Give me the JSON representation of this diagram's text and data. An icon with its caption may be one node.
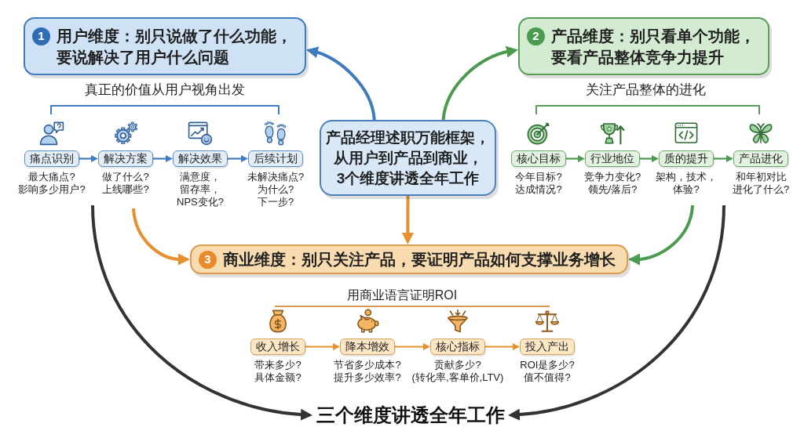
{
  "diagram": {
    "nodes": [
      {
        "text": [
          "1",
          "用户维度：别只说做了什么功能，要说解决了用户什么问题"
        ]
      },
      {
        "text": [
          "2",
          "产品维度：别只看单个功能，要看产品整体竞争力提升"
        ]
      },
      {
        "text": [
          "产品经理述职万能框架，从用户到产品到商业，3个维度讲透全年工作"
        ]
      },
      {
        "text": [
          "痛点识别"
        ],
        "beside": [
          "最大痛点?影响多少用户?"
        ]
      },
      {
        "text": [
          "解决方案"
        ],
        "beside": [
          "做了什么?上线哪些?"
        ]
      },
      {
        "text": [
          "解决效果"
        ],
        "beside": [
          "满意度，留存率，NPS变化?"
        ]
      },
      {
        "text": [
          "后续计划"
        ],
        "beside": [
          "未解决痛点?为什么?下一步?"
        ]
      },
      {
        "text": [
          "核心目标"
        ],
        "beside": [
          "今年目标?达成情况?"
        ]
      },
      {
        "text": [
          "行业地位"
        ],
        "beside": [
          "竞争力变化?领先/落后?"
        ]
      },
      {
        "text": [
          "质的提升"
        ],
        "beside": [
          "架构，技术，体验?"
        ]
      },
      {
        "text": [
          "产品进化"
        ],
        "beside": [
          "和年初对比进化了什么?"
        ]
      },
      {
        "text": [
          "3",
          "商业维度：别只关注产品，要证明产品如何支撑业务增长"
        ]
      },
      {
        "text": [
          "收入增长"
        ],
        "beside": [
          "带来多少?具体金额?"
        ]
      },
      {
        "text": [
          "降本增效"
        ],
        "beside": [
          "节省多少成本?提升多少效率?"
        ]
      },
      {
        "text": [
          "核心指标"
        ],
        "beside": [
          "贡献多少?",
          "(转化率,客单价,LTV)"
        ]
      },
      {
        "text": [
          "投入产出"
        ],
        "beside": [
          "ROI是多少?值不值得?"
        ]
      },
      {
        "text": [
          "三个维度讲透全年工作"
        ]
      }
    ],
    "edges": [
      {
        "from": 2,
        "to": 0,
        "arrow": "to",
        "style": "thick",
        "color": "#3e7bbf"
      },
      {
        "from": 2,
        "to": 1,
        "arrow": "to",
        "style": "thick",
        "color": "#4c9a50"
      },
      {
        "from": 2,
        "to": 11,
        "arrow": "to",
        "style": "thick",
        "color": "#e8902f"
      },
      {
        "from": 3,
        "to": 4,
        "arrow": "to",
        "color": "#3e7bbf"
      },
      {
        "from": 4,
        "to": 5,
        "arrow": "to",
        "color": "#3e7bbf"
      },
      {
        "from": 5,
        "to": 6,
        "arrow": "to",
        "color": "#3e7bbf"
      },
      {
        "from": 7,
        "to": 8,
        "arrow": "to",
        "color": "#4c9a50"
      },
      {
        "from": 8,
        "to": 9,
        "arrow": "to",
        "color": "#4c9a50"
      },
      {
        "from": 9,
        "to": 10,
        "arrow": "to",
        "color": "#4c9a50"
      },
      {
        "from": null,
        "to": 11,
        "arrow": "to",
        "style": "thick",
        "color": "#e8902f"
      },
      {
        "from": null,
        "to": 11,
        "arrow": "to",
        "style": "thick",
        "color": "#4c9a50"
      },
      {
        "from": 12,
        "to": 13,
        "arrow": "to",
        "color": "#e8902f"
      },
      {
        "from": 13,
        "to": 14,
        "arrow": "to",
        "color": "#e8902f"
      },
      {
        "from": 14,
        "to": 15,
        "arrow": "to",
        "color": "#e8902f"
      },
      {
        "from": null,
        "to": 16,
        "arrow": "to",
        "style": "thick",
        "color": "#333333"
      },
      {
        "from": null,
        "to": 16,
        "arrow": "to",
        "style": "thick",
        "color": "#333333"
      }
    ],
    "labels": [
      "真正的价值从用户视角出发",
      "关注产品整体的进化",
      "用商业语言证明ROI"
    ]
  }
}
